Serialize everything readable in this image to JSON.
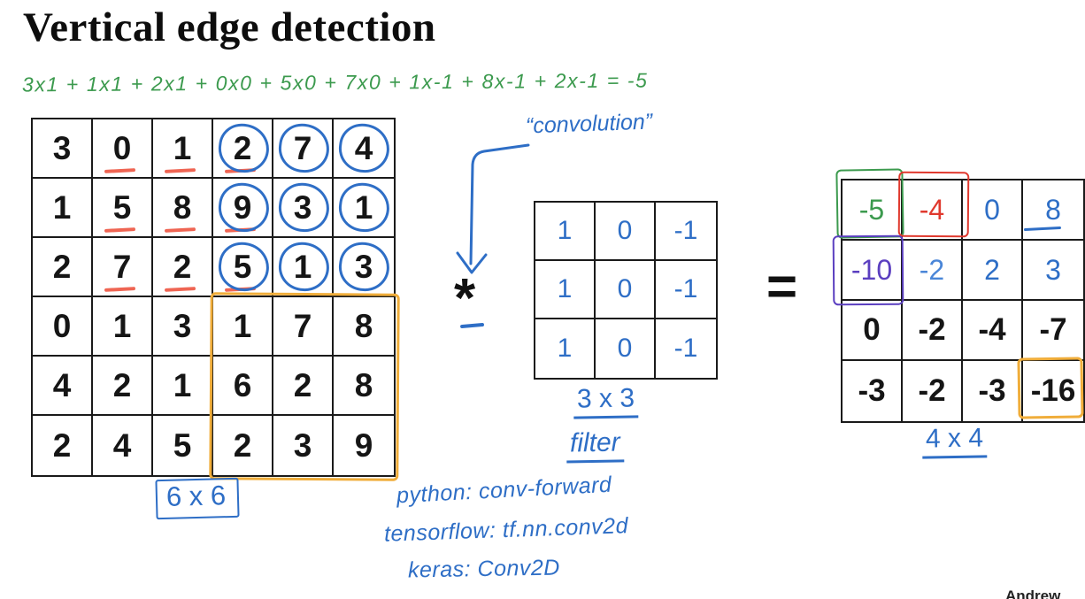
{
  "title": "Vertical edge detection",
  "equation": "3x1 + 1x1  + 2x1 + 0x0 + 5x0 + 7x0 + 1x-1 + 8x-1 + 2x-1 = -5",
  "input_matrix": {
    "size_label": "6 x 6",
    "rows": [
      [
        3,
        0,
        1,
        2,
        7,
        4
      ],
      [
        1,
        5,
        8,
        9,
        3,
        1
      ],
      [
        2,
        7,
        2,
        5,
        1,
        3
      ],
      [
        0,
        1,
        3,
        1,
        7,
        8
      ],
      [
        4,
        2,
        1,
        6,
        2,
        8
      ],
      [
        2,
        4,
        5,
        2,
        3,
        9
      ]
    ],
    "red_underlined_cells": [
      [
        0,
        1
      ],
      [
        0,
        2
      ],
      [
        0,
        3
      ],
      [
        1,
        1
      ],
      [
        1,
        2
      ],
      [
        1,
        3
      ],
      [
        2,
        1
      ],
      [
        2,
        2
      ],
      [
        2,
        3
      ]
    ],
    "blue_circled_cells": [
      [
        0,
        3
      ],
      [
        0,
        4
      ],
      [
        0,
        5
      ],
      [
        1,
        3
      ],
      [
        1,
        4
      ],
      [
        1,
        5
      ],
      [
        2,
        3
      ],
      [
        2,
        4
      ],
      [
        2,
        5
      ]
    ],
    "yellow_window_cells": "rows 3-5, cols 3-5"
  },
  "operator": "*",
  "convolution_label": "“convolution”",
  "filter_matrix": {
    "rows": [
      [
        "1",
        "0",
        "-1"
      ],
      [
        "1",
        "0",
        "-1"
      ],
      [
        "1",
        "0",
        "-1"
      ]
    ],
    "size_label": "3 x 3",
    "name_label": "filter"
  },
  "equals": "=",
  "output_matrix": {
    "size_label": "4 x 4",
    "rows": [
      [
        "-5",
        "-4",
        "0",
        "8"
      ],
      [
        "-10",
        "-2",
        "2",
        "3"
      ],
      [
        "0",
        "-2",
        "-4",
        "-7"
      ],
      [
        "-3",
        "-2",
        "-3",
        "-16"
      ]
    ],
    "boxed_cells": [
      {
        "cell": [
          0,
          0
        ],
        "color": "green"
      },
      {
        "cell": [
          0,
          1
        ],
        "color": "red"
      },
      {
        "cell": [
          1,
          0
        ],
        "color": "purple"
      },
      {
        "cell": [
          3,
          3
        ],
        "color": "yellow"
      }
    ],
    "underlined_cell": [
      0,
      3
    ]
  },
  "code_lines": [
    "python:  conv-forward",
    "tensorflow:  tf.nn.conv2d",
    "keras:  Conv2D"
  ],
  "watermark": "Andrew",
  "colors": {
    "hand_blue": "#2e6ec6",
    "hand_green": "#3c9a4e",
    "hand_red": "#e0392e",
    "hand_purple": "#5b3fc0",
    "highlight_orange": "#f0ad3a",
    "underline_red": "#ef6553",
    "ink_black": "#151515"
  }
}
